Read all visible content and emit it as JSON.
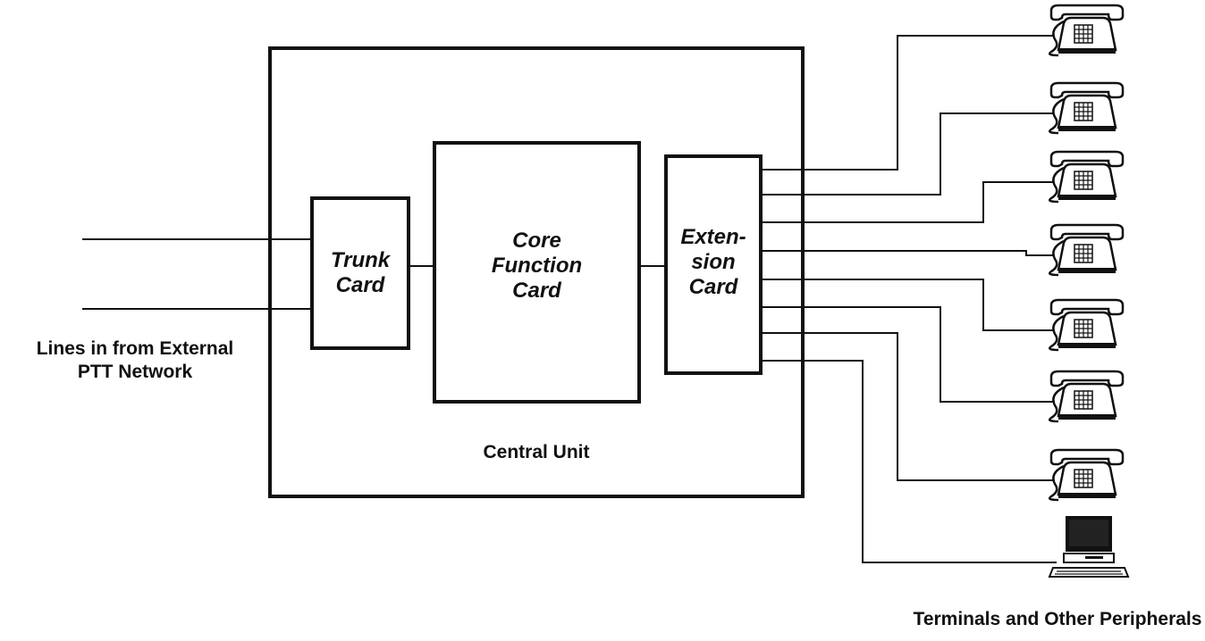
{
  "diagram": {
    "central_unit_label": "Central Unit",
    "trunk_card": {
      "line1": "Trunk",
      "line2": "Card"
    },
    "core_card": {
      "line1": "Core",
      "line2": "Function",
      "line3": "Card"
    },
    "extension_card": {
      "line1": "Exten-",
      "line2": "sion",
      "line3": "Card"
    },
    "external_lines_label": {
      "line1": "Lines in from External",
      "line2": "PTT Network"
    },
    "peripherals_label": "Terminals and Other Peripherals",
    "peripherals": [
      {
        "icon": "telephone-icon"
      },
      {
        "icon": "telephone-icon"
      },
      {
        "icon": "telephone-icon"
      },
      {
        "icon": "telephone-icon"
      },
      {
        "icon": "telephone-icon"
      },
      {
        "icon": "telephone-icon"
      },
      {
        "icon": "telephone-icon"
      },
      {
        "icon": "computer-terminal-icon"
      }
    ],
    "line_color": "#111111",
    "background": "#ffffff"
  }
}
